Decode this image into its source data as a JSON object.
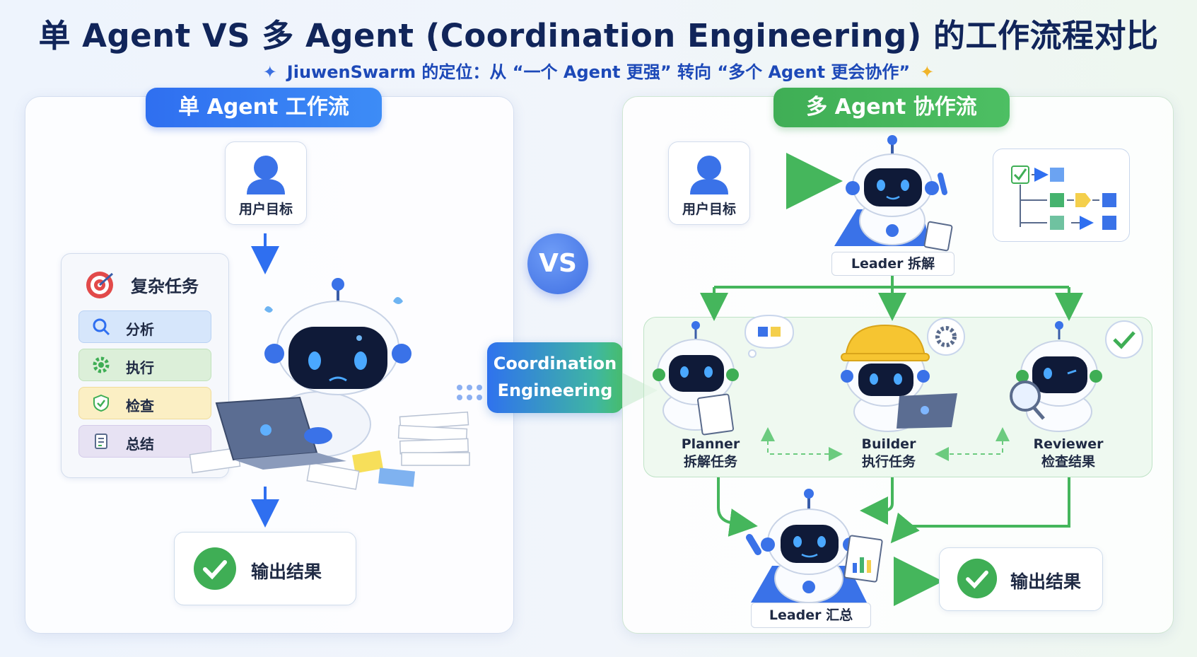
{
  "title": "单 Agent VS 多 Agent (Coordination Engineering) 的工作流程对比",
  "subtitle": "JiuwenSwarm 的定位：从 “一个 Agent 更强” 转向 “多个 Agent 更会协作”",
  "single": {
    "header": "单 Agent 工作流",
    "user_goal": "用户目标",
    "task_title": "复杂任务",
    "steps": [
      "分析",
      "执行",
      "检查",
      "总结"
    ],
    "output": "输出结果"
  },
  "vs_label": "VS",
  "coordination": {
    "line1": "Coordination",
    "line2": "Engineering"
  },
  "multi": {
    "header": "多 Agent 协作流",
    "user_goal": "用户目标",
    "leader_split": "Leader 拆解",
    "agents": [
      {
        "name": "Planner",
        "role": "拆解任务"
      },
      {
        "name": "Builder",
        "role": "执行任务"
      },
      {
        "name": "Reviewer",
        "role": "检查结果"
      }
    ],
    "leader_summary": "Leader 汇总",
    "output": "输出结果"
  },
  "colors": {
    "blue": "#2f6ff0",
    "green": "#3fae55",
    "navy": "#11255a"
  }
}
